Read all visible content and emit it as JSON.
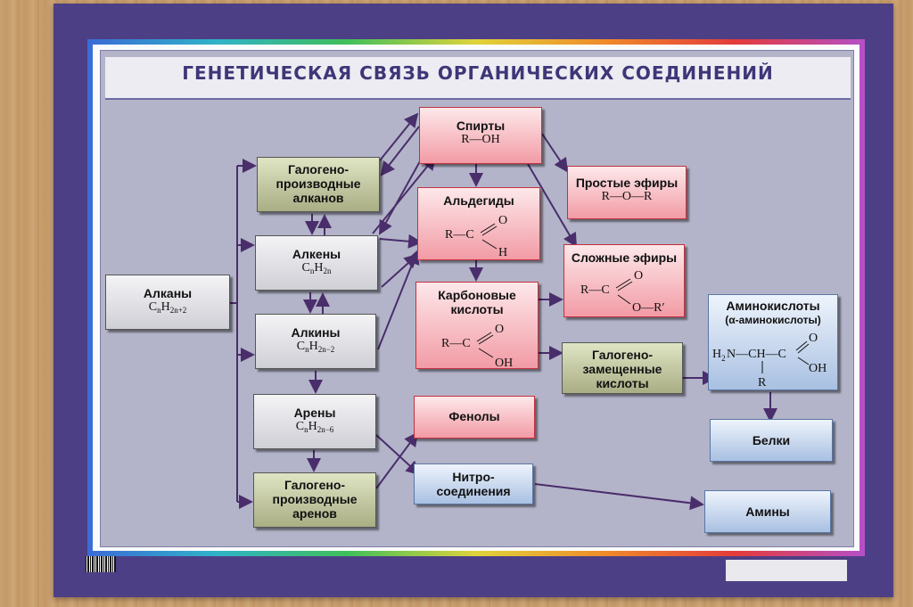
{
  "title": "ГЕНЕТИЧЕСКАЯ СВЯЗЬ ОРГАНИЧЕСКИХ СОЕДИНЕНИЙ",
  "nodes": {
    "alkany": {
      "label": "Алканы",
      "formula_main": "C",
      "formula_sub1": "n",
      "formula_mid": "H",
      "formula_sub2": "2n+2"
    },
    "galogeno_alkanov": {
      "line1": "Галогено-",
      "line2": "производные",
      "line3": "алканов"
    },
    "alkeny": {
      "label": "Алкены",
      "formula_main": "C",
      "formula_sub1": "n",
      "formula_mid": "H",
      "formula_sub2": "2n"
    },
    "alkiny": {
      "label": "Алкины",
      "formula_main": "C",
      "formula_sub1": "n",
      "formula_mid": "H",
      "formula_sub2": "2n−2"
    },
    "areny": {
      "label": "Арены",
      "formula_main": "C",
      "formula_sub1": "n",
      "formula_mid": "H",
      "formula_sub2": "2n−6"
    },
    "galogeno_arenov": {
      "line1": "Галогено-",
      "line2": "производные",
      "line3": "аренов"
    },
    "spirty": {
      "label": "Спирты",
      "formula": "R—OH"
    },
    "aldegidy": {
      "label": "Альдегиды",
      "r": "R—C",
      "o": "O",
      "h": "H"
    },
    "karbonovye": {
      "line1": "Карбоновые",
      "line2": "кислоты",
      "r": "R—C",
      "o": "O",
      "oh": "OH"
    },
    "fenoly": {
      "label": "Фенолы"
    },
    "nitro": {
      "line1": "Нитро-",
      "line2": "соединения"
    },
    "prostye_efiry": {
      "label": "Простые эфиры",
      "formula": "R—O—R"
    },
    "slozhnye_efiry": {
      "label": "Сложные эфиры",
      "r": "R—C",
      "o": "O",
      "or": "O—R′"
    },
    "galogenozam": {
      "line1": "Галогено-",
      "line2": "замещенные",
      "line3": "кислоты"
    },
    "aminokisloty": {
      "label": "Аминокислоты",
      "sublabel": "(α-аминокислоты)",
      "h2n": "H",
      "h2n_sub": "2",
      "chain": "N—CH—C",
      "r": "R",
      "o": "O",
      "oh": "OH"
    },
    "belki": {
      "label": "Белки"
    },
    "aminy": {
      "label": "Амины"
    }
  },
  "colors": {
    "arrow": "#4a2d6b",
    "poster_frame": "#4d3f85",
    "panel": "#b3b4c9",
    "title": "#3e3678"
  }
}
